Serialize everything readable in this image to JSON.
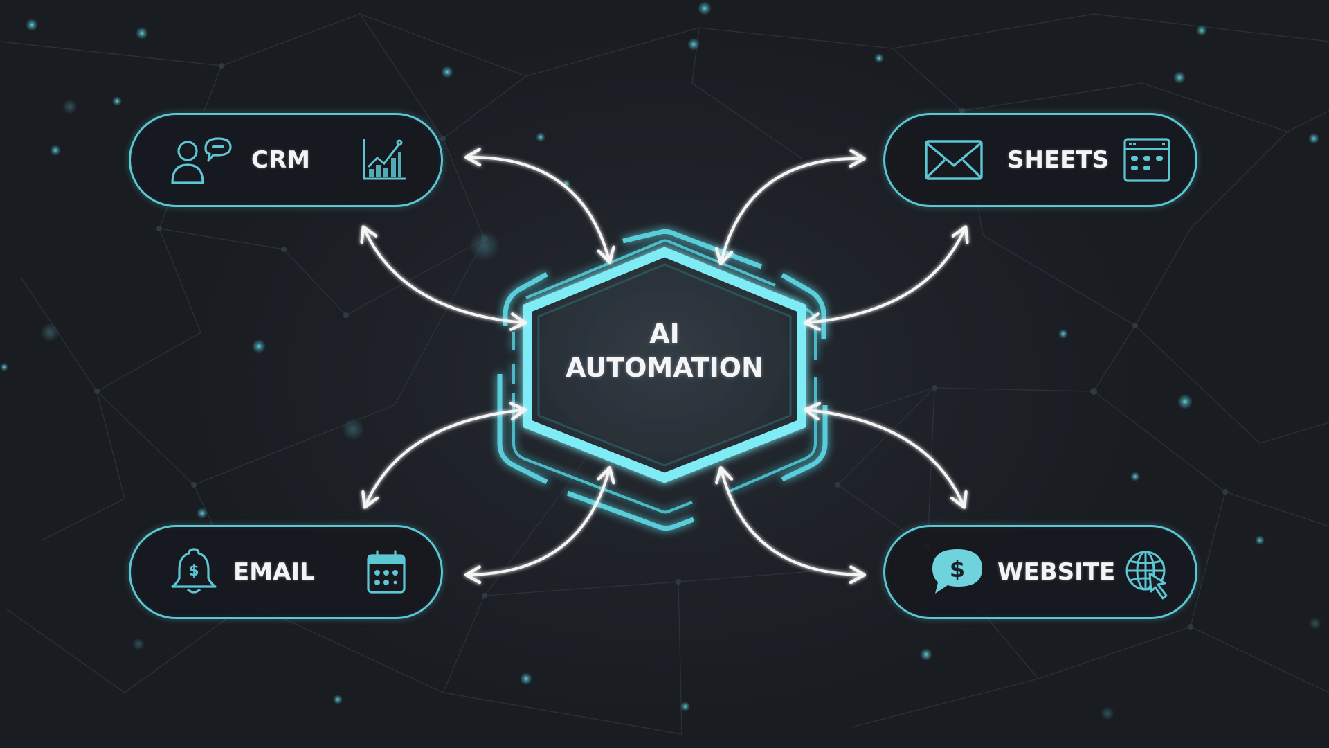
{
  "diagram": {
    "center": {
      "line1": "AI",
      "line2": "AUTOMATION"
    },
    "nodes": [
      {
        "id": "crm",
        "label": "CRM",
        "icons": [
          "user-chat-icon",
          "bar-chart-trend-icon"
        ],
        "position": "top-left"
      },
      {
        "id": "sheets",
        "label": "SHEETS",
        "icons": [
          "envelope-icon",
          "spreadsheet-window-icon"
        ],
        "position": "top-right"
      },
      {
        "id": "email",
        "label": "EMAIL",
        "icons": [
          "bell-dollar-icon",
          "calendar-icon"
        ],
        "position": "bottom-left"
      },
      {
        "id": "website",
        "label": "WEBSITE",
        "icons": [
          "dollar-speech-bubble-icon",
          "globe-cursor-icon"
        ],
        "position": "bottom-right"
      }
    ],
    "connections": [
      {
        "from": "crm",
        "to": "center",
        "type": "bidirectional"
      },
      {
        "from": "crm",
        "to": "center",
        "type": "bidirectional"
      },
      {
        "from": "sheets",
        "to": "center",
        "type": "bidirectional"
      },
      {
        "from": "sheets",
        "to": "center",
        "type": "bidirectional"
      },
      {
        "from": "email",
        "to": "center",
        "type": "bidirectional"
      },
      {
        "from": "email",
        "to": "center",
        "type": "bidirectional"
      },
      {
        "from": "website",
        "to": "center",
        "type": "bidirectional"
      },
      {
        "from": "website",
        "to": "center",
        "type": "bidirectional"
      }
    ]
  },
  "colors": {
    "background": "#1b1e24",
    "accent": "#5cc6d2",
    "hex_glow": "#7ee8f2",
    "text": "#f2f4f5",
    "arrow": "#f4f4f4"
  }
}
